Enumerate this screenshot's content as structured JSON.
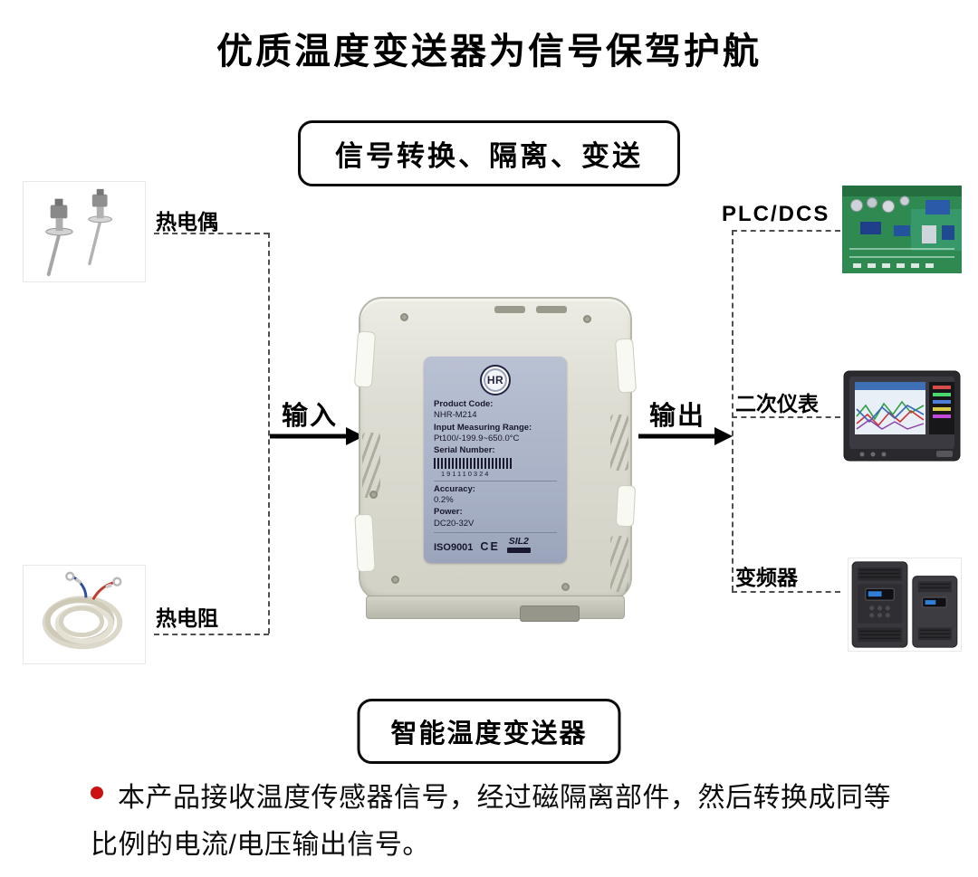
{
  "page": {
    "title": "优质温度变送器为信号保驾护航",
    "subtitle": "信号转换、隔离、变送",
    "bottom_badge": "智能温度变送器",
    "description": "本产品接收温度传感器信号，经过磁隔离部件，然后转换成同等比例的电流/电压输出信号。"
  },
  "flow": {
    "input_label": "输入",
    "output_label": "输出",
    "sources": [
      {
        "label": "热电偶"
      },
      {
        "label": "热电阻"
      }
    ],
    "destinations": [
      {
        "label": "PLC/DCS"
      },
      {
        "label": "二次仪表"
      },
      {
        "label": "变频器"
      }
    ]
  },
  "device": {
    "logo_text": "HR",
    "fields": [
      {
        "label": "Product Code:",
        "value": "NHR-M214"
      },
      {
        "label": "Input Measuring Range:",
        "value": "Pt100/-199.9~650.0°C"
      },
      {
        "label": "Serial Number:",
        "value": "191110324"
      },
      {
        "label": "Accuracy:",
        "value": "0.2%"
      },
      {
        "label": "Power:",
        "value": "DC20-32V"
      }
    ],
    "certs": {
      "iso": "ISO9001",
      "ce": "CE",
      "sil": "SIL2"
    }
  },
  "colors": {
    "accent_red": "#cb1111",
    "label_bg": "#aab3c7",
    "dash": "#4f4f4f",
    "device_body": "#dcdcd2"
  }
}
